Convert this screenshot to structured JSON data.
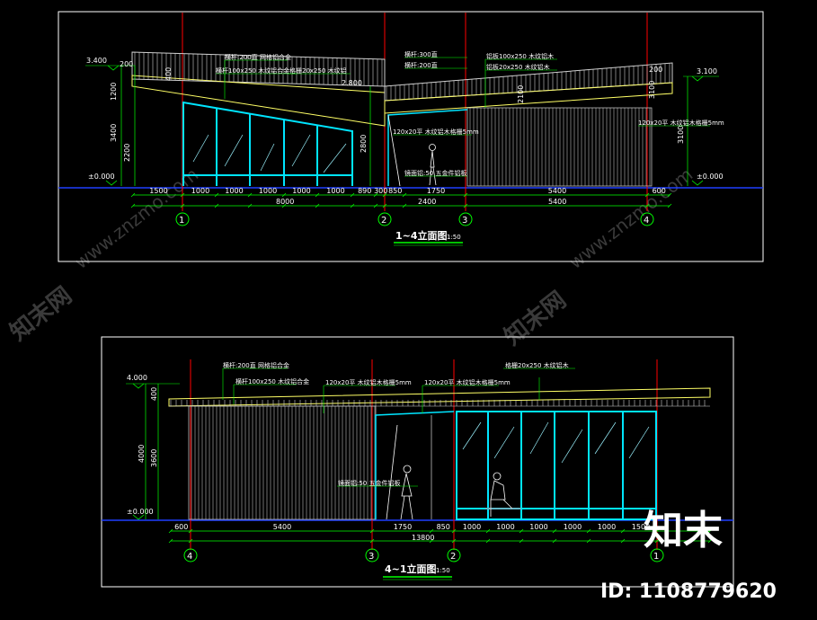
{
  "colors": {
    "background": "#000000",
    "frame": "#ffffff",
    "ground": "#1f3fff",
    "dimension": "#00ff00",
    "axis_line": "#ff0000",
    "structure": "#00e5ff",
    "roof": "#ffff66",
    "annotation": "#ffffff"
  },
  "elevation1": {
    "title": "1~4立面图",
    "scale": "1:50",
    "levels": {
      "top_left": "3.400",
      "top_right": "3.100",
      "ground_left": "±0.000",
      "ground_right": "±0.000",
      "mid": "2.800"
    },
    "vertical_dims": [
      "1200",
      "3400",
      "2200",
      "2800",
      "3100"
    ],
    "roof_labels": [
      "200",
      "400",
      "200",
      "2100",
      "3100"
    ],
    "notes": [
      "横杆:200直 网格铝合金",
      "横杆100x250 木纹铝合金",
      "格栅20x250 木纹铝",
      "横杆:300直",
      "横杆:200直",
      "铝板100x250 木纹铝木",
      "铝板20x250 木纹铝木",
      "120x20平 木纹铝木格栅5mm",
      "120x20平 木纹铝木格栅5mm",
      "镜面铝:50 五金件铝板"
    ],
    "dims_row1": [
      "1500",
      "1000",
      "1000",
      "1000",
      "1000",
      "1000",
      "890",
      "300",
      "850",
      "1750",
      "5400",
      "600"
    ],
    "dims_row2": [
      "8000",
      "2400",
      "5400"
    ],
    "axes": [
      "1",
      "2",
      "3",
      "4"
    ]
  },
  "elevation2": {
    "title": "4~1立面图",
    "scale": "1:50",
    "levels": {
      "top": "4.000",
      "ground": "±0.000"
    },
    "vertical_dims": [
      "400",
      "4000",
      "3600"
    ],
    "notes": [
      "横杆:200直 网格铝合金",
      "横杆100x250 木纹铝合金",
      "120x20平 木纹铝木格栅5mm",
      "120x20平 木纹铝木格栅5mm",
      "格栅20x250 木纹铝木",
      "镜面铝:50 五金件铝板"
    ],
    "dims_row1": [
      "600",
      "5400",
      "1750",
      "850",
      "1000",
      "1000",
      "1000",
      "1000",
      "1000",
      "1500"
    ],
    "dims_row2": [
      "13800"
    ],
    "axes": [
      "4",
      "3",
      "2",
      "1"
    ]
  },
  "watermark": {
    "site_text": "www.znzmo.com",
    "brand_cn": "知末网",
    "logo": "知末",
    "id_label": "ID: 1108779620"
  }
}
